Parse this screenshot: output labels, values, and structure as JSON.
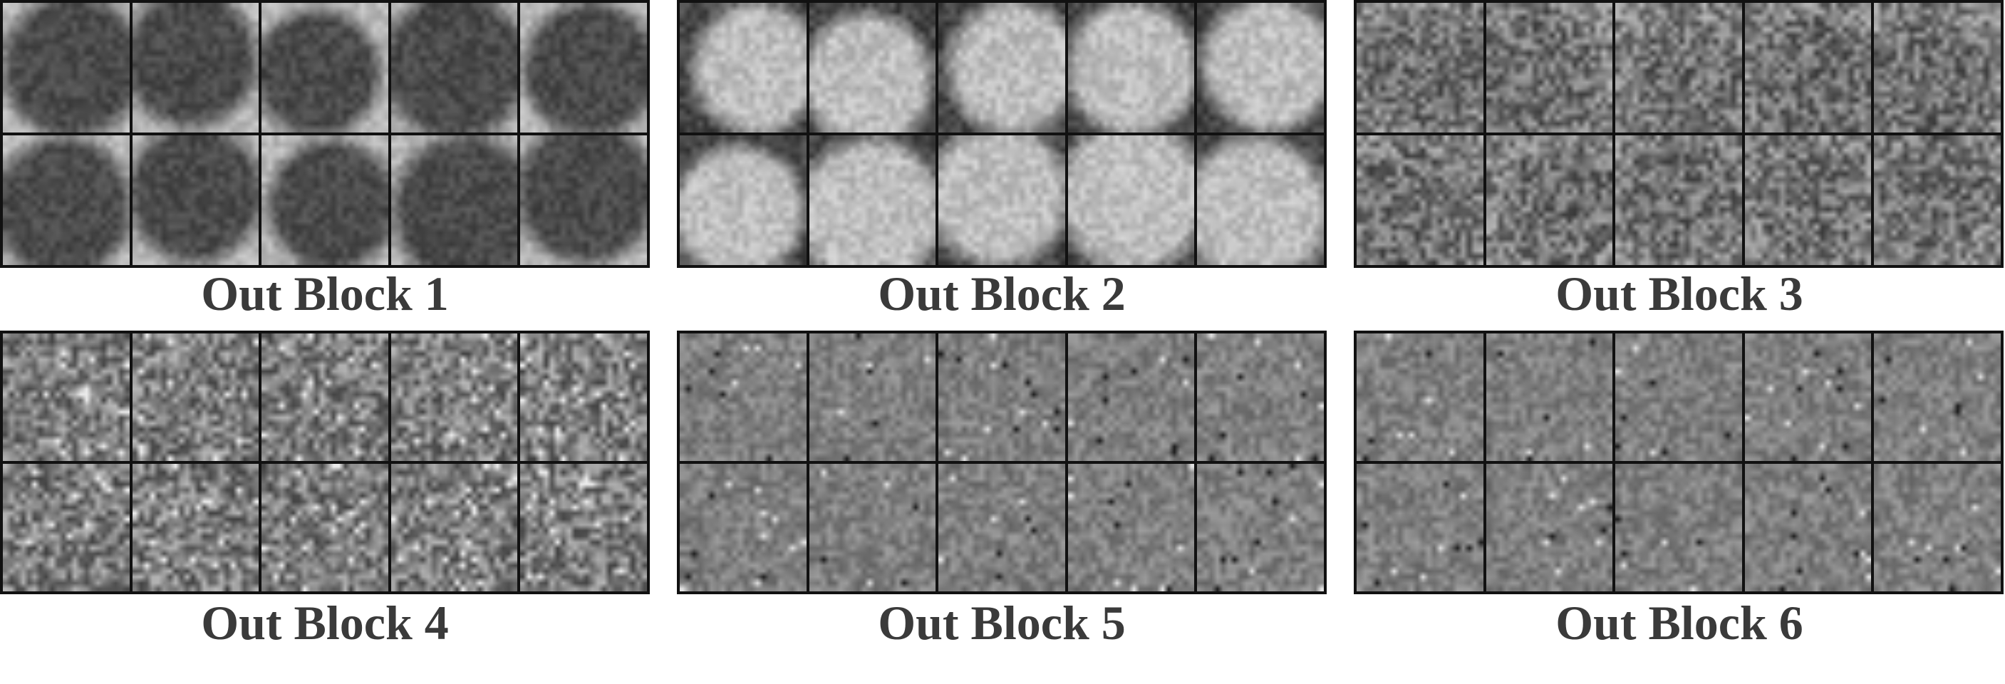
{
  "blocks": [
    {
      "caption": "Out Block 1",
      "style": "dark-blob"
    },
    {
      "caption": "Out Block 2",
      "style": "light-blob"
    },
    {
      "caption": "Out Block 3",
      "style": "texture"
    },
    {
      "caption": "Out Block 4",
      "style": "noise-high"
    },
    {
      "caption": "Out Block 5",
      "style": "noise-low"
    },
    {
      "caption": "Out Block 6",
      "style": "noise-low"
    }
  ],
  "grid": {
    "rows": 2,
    "cols": 5
  },
  "colors": {
    "border": "#111111",
    "caption": "#3a3a3a",
    "background": "#ffffff"
  }
}
